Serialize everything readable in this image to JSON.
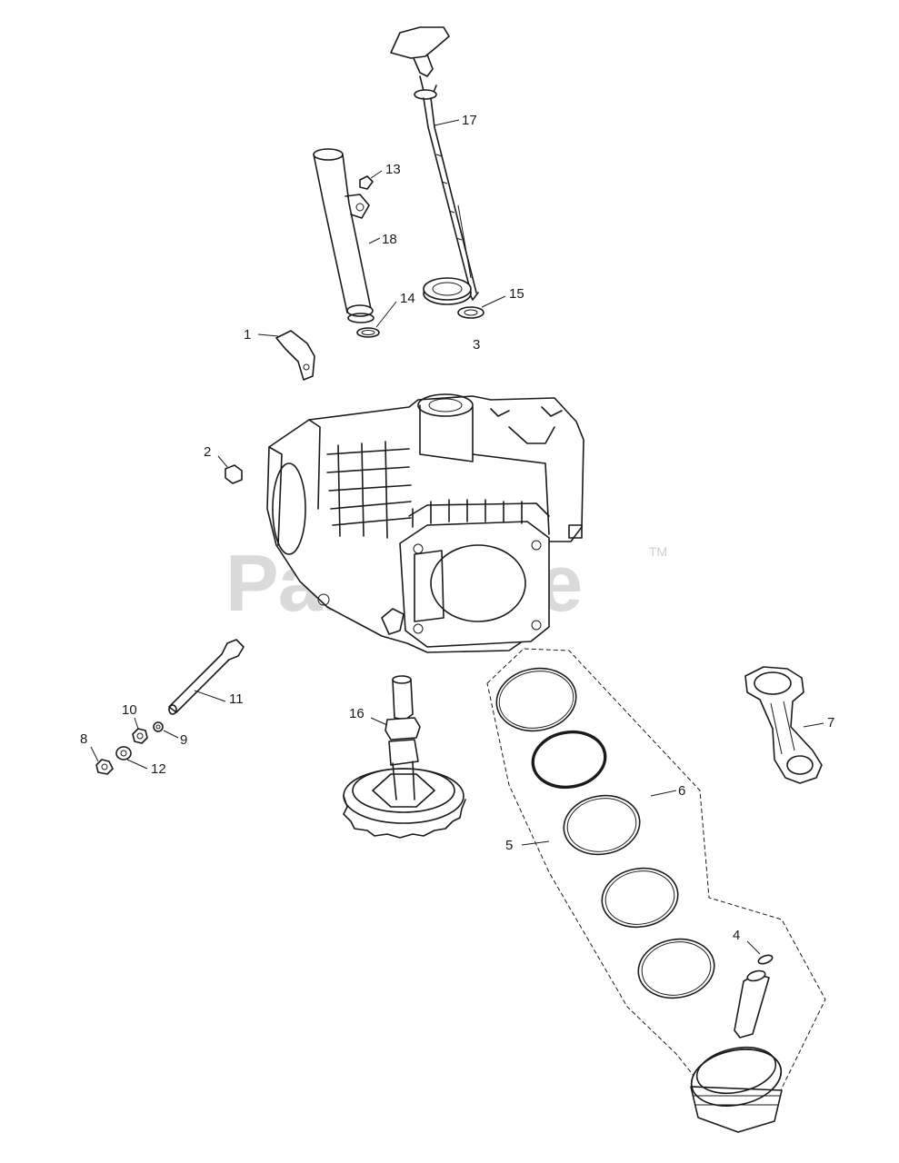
{
  "watermark": {
    "text": "PartsTree",
    "trademark": "TM"
  },
  "callouts": {
    "c1": "1",
    "c2": "2",
    "c3": "3",
    "c4": "4",
    "c5": "5",
    "c6": "6",
    "c7": "7",
    "c8": "8",
    "c9": "9",
    "c10": "10",
    "c11": "11",
    "c12": "12",
    "c13": "13",
    "c14": "14",
    "c15": "15",
    "c16": "16",
    "c17": "17",
    "c18": "18"
  },
  "colors": {
    "line": "#1a1a1a",
    "watermark": "#d4d4d4",
    "background": "#ffffff"
  }
}
